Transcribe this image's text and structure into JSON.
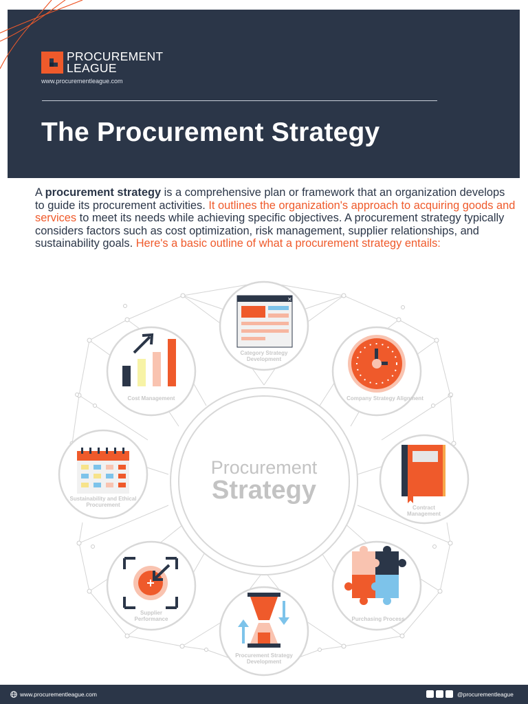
{
  "brand": {
    "logo_line1": "PROCUREMENT",
    "logo_line2": "LEAGUE",
    "url": "www.procurementleague.com",
    "accent_color": "#ef5a2b",
    "navy_color": "#2b3648"
  },
  "header": {
    "title": "The Procurement Strategy"
  },
  "intro": {
    "p1_start": "A ",
    "p1_bold": "procurement strategy",
    "p1_rest": " is a comprehensive plan or framework that an organization develops to guide its procurement activities. ",
    "p1_accent": "It outlines the organization's approach to acquiring goods and services",
    "p1_end": " to meet its needs while achieving specific objectives. A procurement strategy typically considers factors such as cost optimization, risk management, supplier relationships, and sustainability goals. ",
    "p1_accent_end": "Here's a basic outline of what a procurement strategy entails:"
  },
  "diagram": {
    "center_line1": "Procurement",
    "center_line2": "Strategy",
    "nodes": [
      {
        "label": "Category Strategy Development",
        "icon": "browser-window-icon"
      },
      {
        "label": "Company Strategy Alignment",
        "icon": "clock-icon"
      },
      {
        "label": "Contract Management",
        "icon": "notebook-icon"
      },
      {
        "label": "Purchasing Process",
        "icon": "puzzle-icon"
      },
      {
        "label": "Procurement Strategy Development",
        "icon": "hourglass-icon"
      },
      {
        "label": "Supplier Performance",
        "icon": "target-icon"
      },
      {
        "label": "Sustainability and Ethical Procurement",
        "icon": "calendar-icon"
      },
      {
        "label": "Cost Management",
        "icon": "bar-chart-icon"
      }
    ]
  },
  "footer": {
    "url": "www.procurementleague.com",
    "handle": "@procurementleague",
    "social_icons": [
      "instagram-icon",
      "youtube-icon",
      "linkedin-icon"
    ]
  }
}
